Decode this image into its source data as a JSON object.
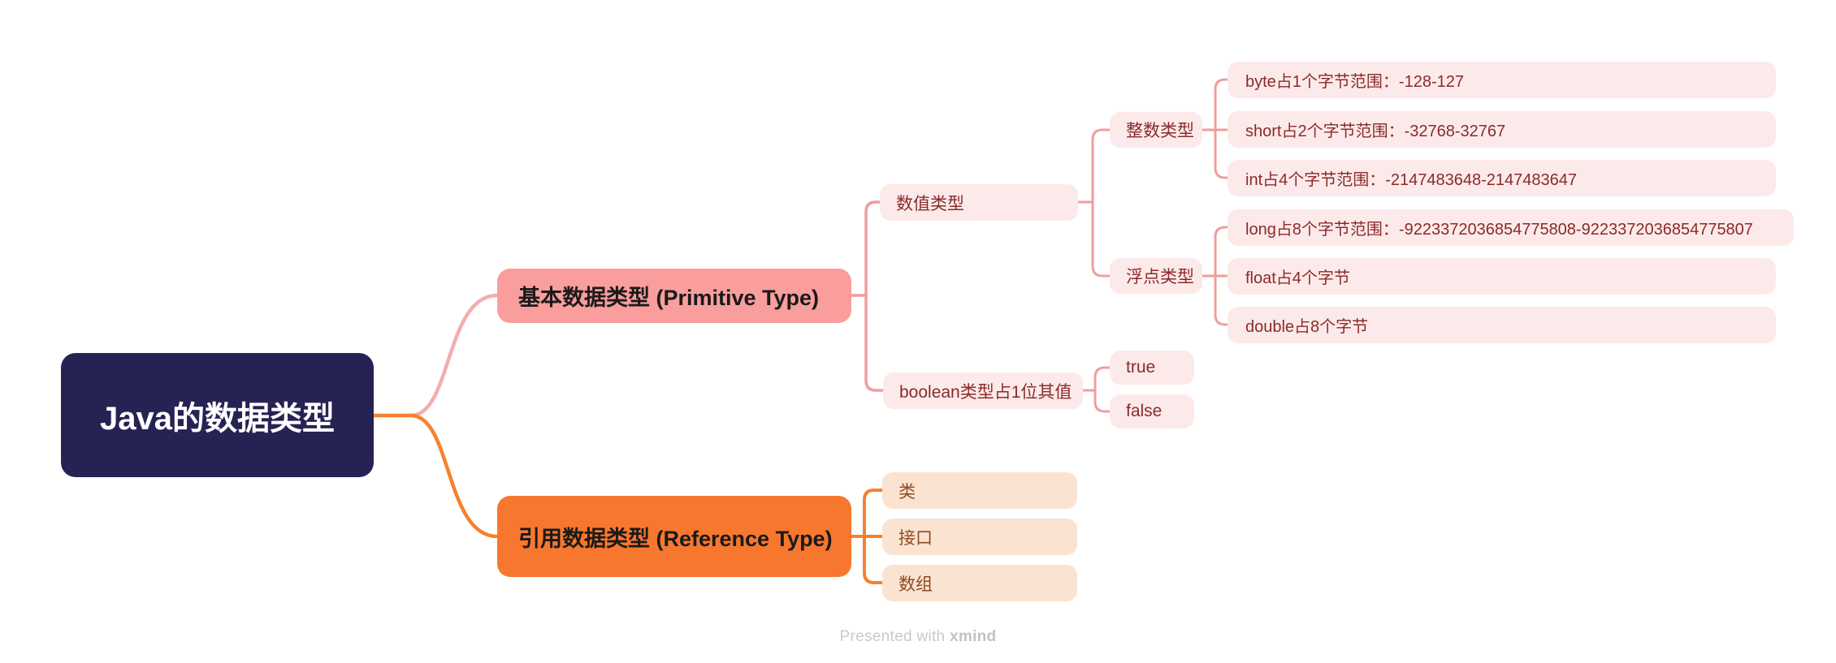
{
  "map": {
    "root": {
      "label": "Java的数据类型"
    },
    "primitive": {
      "label": "基本数据类型 (Primitive Type)",
      "numeric": {
        "label": "数值类型",
        "integer": {
          "label": "整数类型",
          "byte": {
            "label": "byte占1个字节范围：-128-127"
          },
          "short": {
            "label": "short占2个字节范围：-32768-32767"
          },
          "int": {
            "label": "int占4个字节范围：-2147483648-2147483647"
          }
        },
        "floating": {
          "label": "浮点类型",
          "long": {
            "label": "long占8个字节范围：-9223372036854775808-9223372036854775807"
          },
          "float": {
            "label": "float占4个字节"
          },
          "double": {
            "label": "double占8个字节"
          }
        }
      },
      "boolean": {
        "label": "boolean类型占1位其值",
        "true": {
          "label": "true"
        },
        "false": {
          "label": "false"
        }
      }
    },
    "reference": {
      "label": "引用数据类型 (Reference Type)",
      "class": {
        "label": "类"
      },
      "interface": {
        "label": "接口"
      },
      "array": {
        "label": "数组"
      }
    }
  },
  "footer": {
    "prefix": "Presented with",
    "brand": "xmind"
  },
  "colors": {
    "root_bg": "#272254",
    "root_text": "#ffffff",
    "primitive_bg": "#f99d9d",
    "reference_bg": "#f8772e",
    "branch_text": "#1a1a1a",
    "pink_leaf_bg": "#fceaea",
    "pink_leaf_text": "#8b2a2a",
    "peach_leaf_bg": "#fbe3d1",
    "peach_leaf_text": "#8f4a1f",
    "connector_pink_light": "#f3adad",
    "connector_pink": "#f09d9d",
    "connector_orange": "#f5812f",
    "footer_text": "#c9c9c9"
  }
}
